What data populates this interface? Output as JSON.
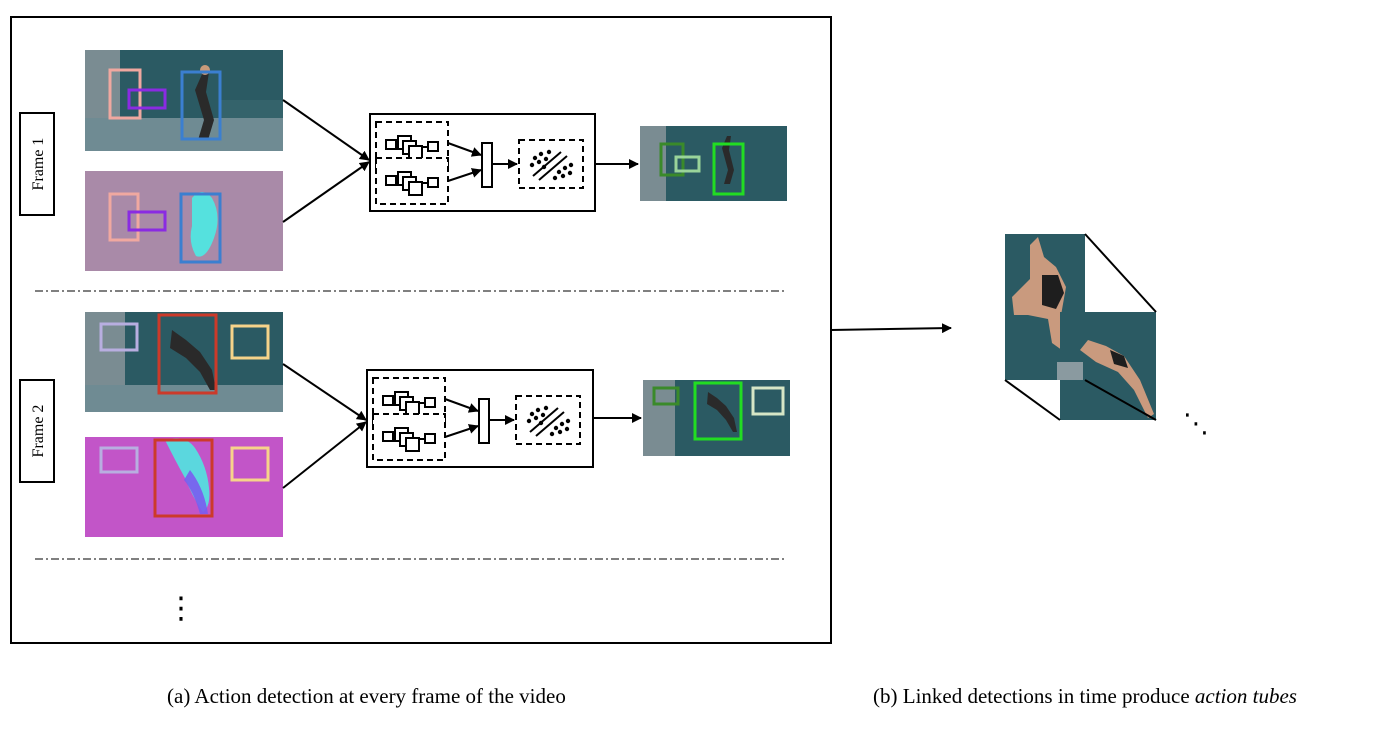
{
  "panel_a": {
    "frames": [
      {
        "label": "Frame 1"
      },
      {
        "label": "Frame 2"
      }
    ],
    "more_frames_glyph": "⋮",
    "caption": "(a) Action detection at every frame of the video"
  },
  "panel_b": {
    "more_glyph": "⋱",
    "caption_prefix": "(b) Linked detections in time produce ",
    "caption_emphasis": "action tubes"
  },
  "colors": {
    "frame_bg_rgb": "#2b5a63",
    "frame_bg_flow_1": "#a98aa8",
    "frame_bg_flow_2": "#c255c8",
    "pool_wall": "#7a8c92",
    "box_pink": "#f0a8a0",
    "box_purple": "#8a2be2",
    "box_blue": "#3b7fd0",
    "box_lavender": "#b8aee0",
    "box_red": "#cc3a2a",
    "box_yellow": "#f6d38a",
    "box_green_bright": "#22dd22",
    "box_green_dark": "#3a8a2a",
    "box_green_light": "#9ad49a",
    "flow_cyan": "#50e6e0"
  }
}
